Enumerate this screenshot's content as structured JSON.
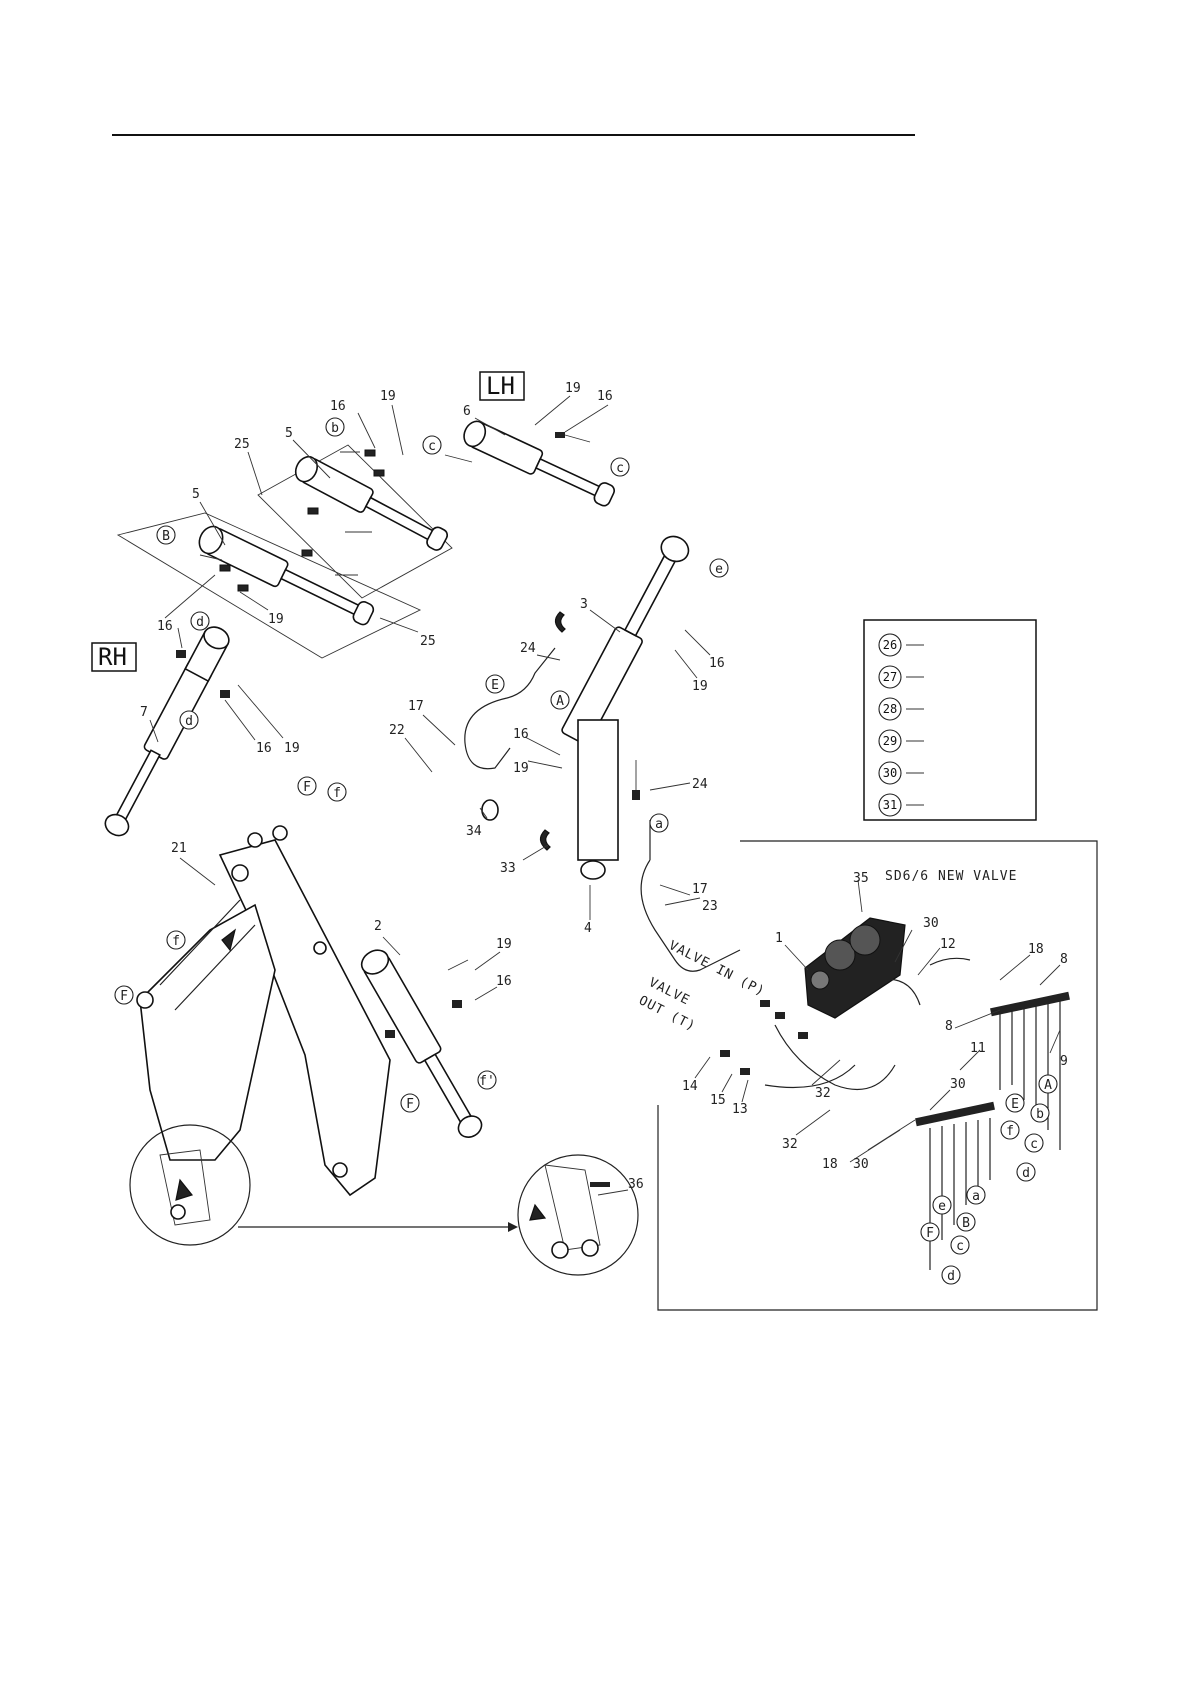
{
  "labels": {
    "rh": "RH",
    "lh": "LH",
    "new_valve": "SD6/6 NEW VALVE",
    "valve_in": "VALVE IN (P)",
    "valve_out_1": "VALVE",
    "valve_out_2": "OUT (T)"
  },
  "legend": [
    "26",
    "27",
    "28",
    "29",
    "30",
    "31"
  ],
  "callouts": {
    "c16a": "16",
    "c19a": "19",
    "c25a": "25",
    "c5a": "5",
    "c6": "6",
    "c19b": "19",
    "c16b": "16",
    "c5b": "5",
    "c16c": "16",
    "c19c": "19",
    "c25b": "25",
    "c7": "7",
    "c16d": "16",
    "c19d": "19",
    "c3": "3",
    "c24a": "24",
    "c16e": "16",
    "c19e": "19",
    "c17a": "17",
    "c22": "22",
    "c34": "34",
    "c16f": "16",
    "c19f": "19",
    "c24b": "24",
    "c33": "33",
    "c4": "4",
    "c17b": "17",
    "c23": "23",
    "c21": "21",
    "c2": "2",
    "c19g": "19",
    "c16g": "16",
    "c35": "35",
    "c1": "1",
    "c30a": "30",
    "c12": "12",
    "c18a": "18",
    "c8a": "8",
    "c8b": "8",
    "c11": "11",
    "c9": "9",
    "c30b": "30",
    "c30c": "30",
    "c18b": "18",
    "c14": "14",
    "c15": "15",
    "c13": "13",
    "c32a": "32",
    "c32b": "32",
    "c36": "36"
  },
  "ports": {
    "pb1": "b",
    "pc1": "c",
    "pc2": "c",
    "pB1": "B",
    "pd1": "d",
    "pd2": "d",
    "pe1": "e",
    "pE1": "E",
    "pA1": "A",
    "pa1": "a",
    "pF1": "F",
    "pf1": "f",
    "pf2": "f",
    "pF2": "F",
    "pF3": "F",
    "pf3": "f'",
    "qA": "A",
    "qb": "b",
    "qc": "c",
    "qd": "d",
    "qE": "E",
    "qf": "f",
    "qa": "a",
    "qB": "B",
    "qc2": "c",
    "qd2": "d",
    "qe": "e",
    "qF": "F"
  }
}
